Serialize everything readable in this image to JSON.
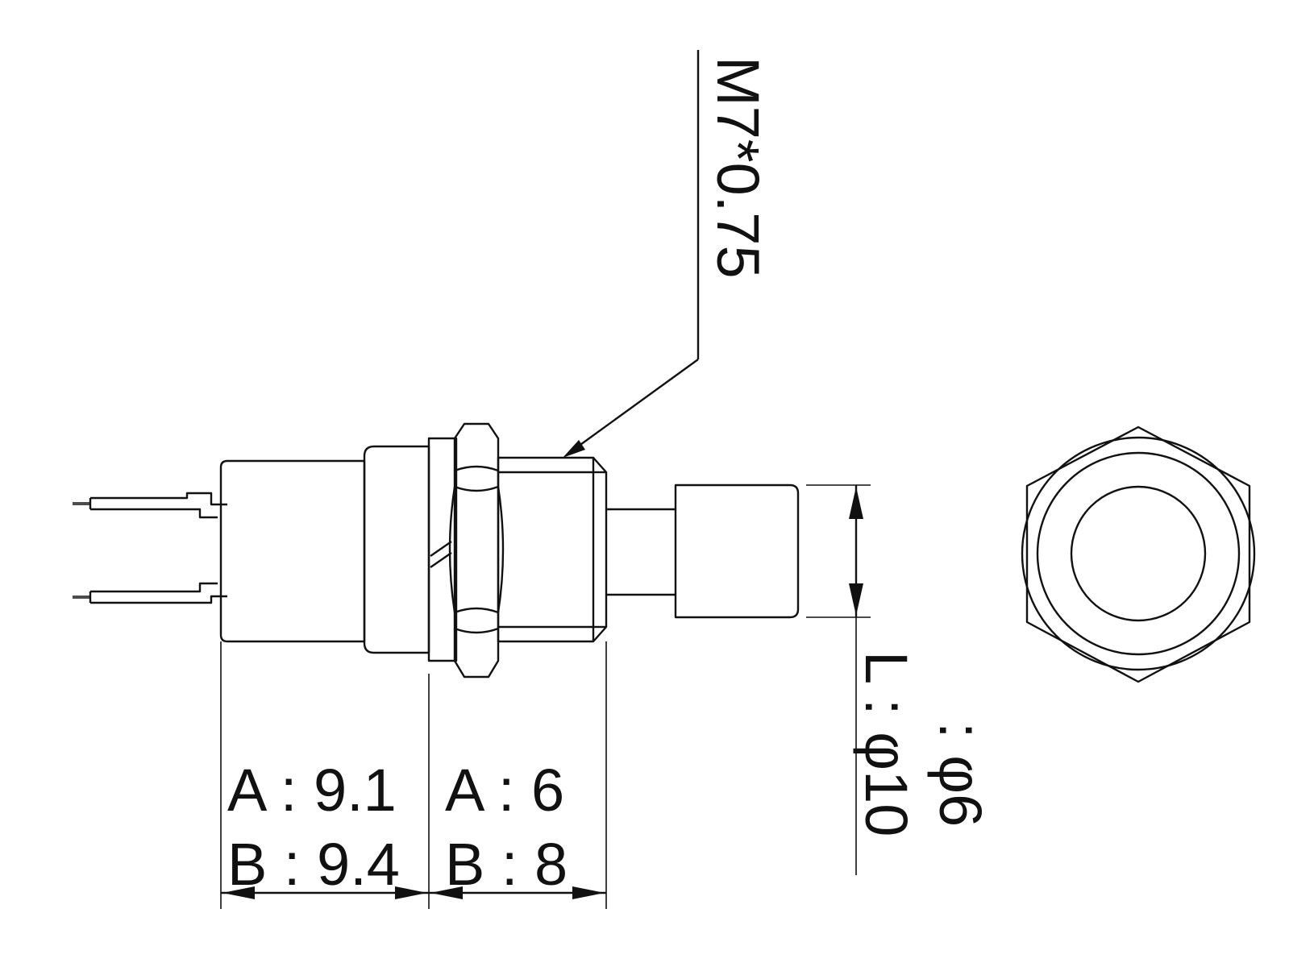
{
  "labels": {
    "thread": "M7*0.75",
    "left_a": "A : 9.1",
    "left_b": "B : 9.4",
    "right_a": "A : 6",
    "right_b": "B : 8",
    "length": "L : φ10",
    "diameter": ": φ6"
  },
  "colors": {
    "line": "#111111",
    "background": "#ffffff"
  }
}
